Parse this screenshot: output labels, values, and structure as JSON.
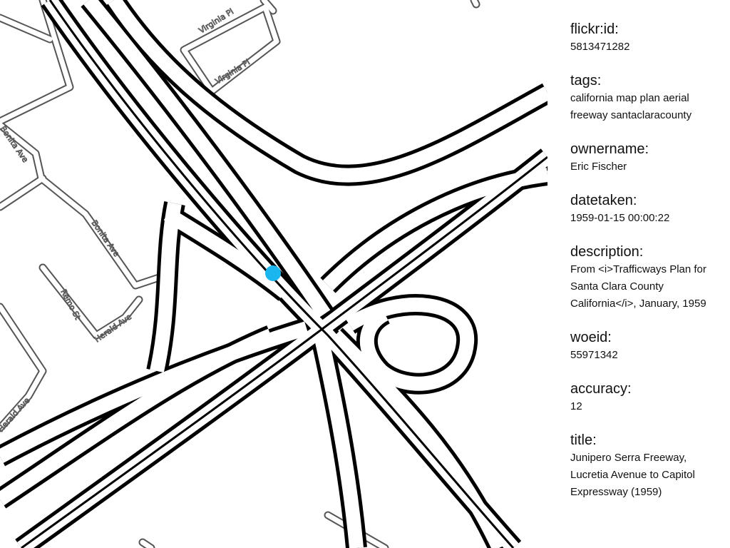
{
  "map": {
    "streets": [
      "Virginia Pl",
      "Virginia Pl",
      "Bonita Ave",
      "Bonita Ave",
      "Remo St",
      "Herald Ave",
      "Herald Ave"
    ],
    "marker_color": "#1bb6ef",
    "line_color": "#000000",
    "street_outline_color": "#555555"
  },
  "metadata": [
    {
      "key": "flickr:id:",
      "value": [
        "5813471282"
      ]
    },
    {
      "key": "tags:",
      "value": [
        "california map plan aerial",
        "freeway santaclaracounty"
      ]
    },
    {
      "key": "ownername:",
      "value": [
        "Eric Fischer"
      ]
    },
    {
      "key": "datetaken:",
      "value": [
        "1959-01-15 00:00:22"
      ]
    },
    {
      "key": "description:",
      "value": [
        "From <i>Trafficways Plan for",
        "Santa Clara County",
        "California</i>, January, 1959"
      ]
    },
    {
      "key": "woeid:",
      "value": [
        "55971342"
      ]
    },
    {
      "key": "accuracy:",
      "value": [
        "12"
      ]
    },
    {
      "key": "title:",
      "value": [
        "Junipero Serra Freeway,",
        "Lucretia Avenue to Capitol",
        "Expressway (1959)"
      ]
    }
  ]
}
